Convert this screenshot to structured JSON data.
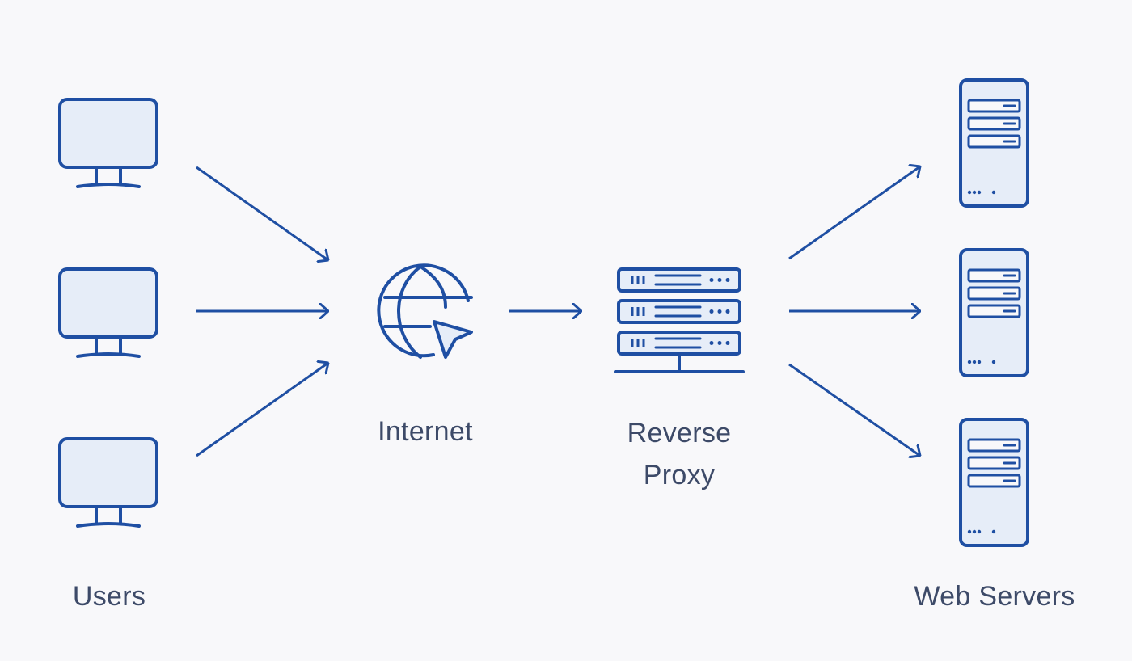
{
  "labels": {
    "users": "Users",
    "internet": "Internet",
    "proxy_line1": "Reverse",
    "proxy_line2": "Proxy",
    "servers": "Web Servers"
  },
  "nodes": {
    "users": {
      "count": 3,
      "icon": "monitor-icon"
    },
    "internet": {
      "icon": "globe-cursor-icon"
    },
    "proxy": {
      "icon": "server-rack-icon"
    },
    "servers": {
      "count": 3,
      "icon": "server-tower-icon"
    }
  },
  "colors": {
    "background": "#f8f8fa",
    "stroke": "#1f4fa3",
    "fill": "#e6edf8",
    "text": "#3d4a68"
  }
}
